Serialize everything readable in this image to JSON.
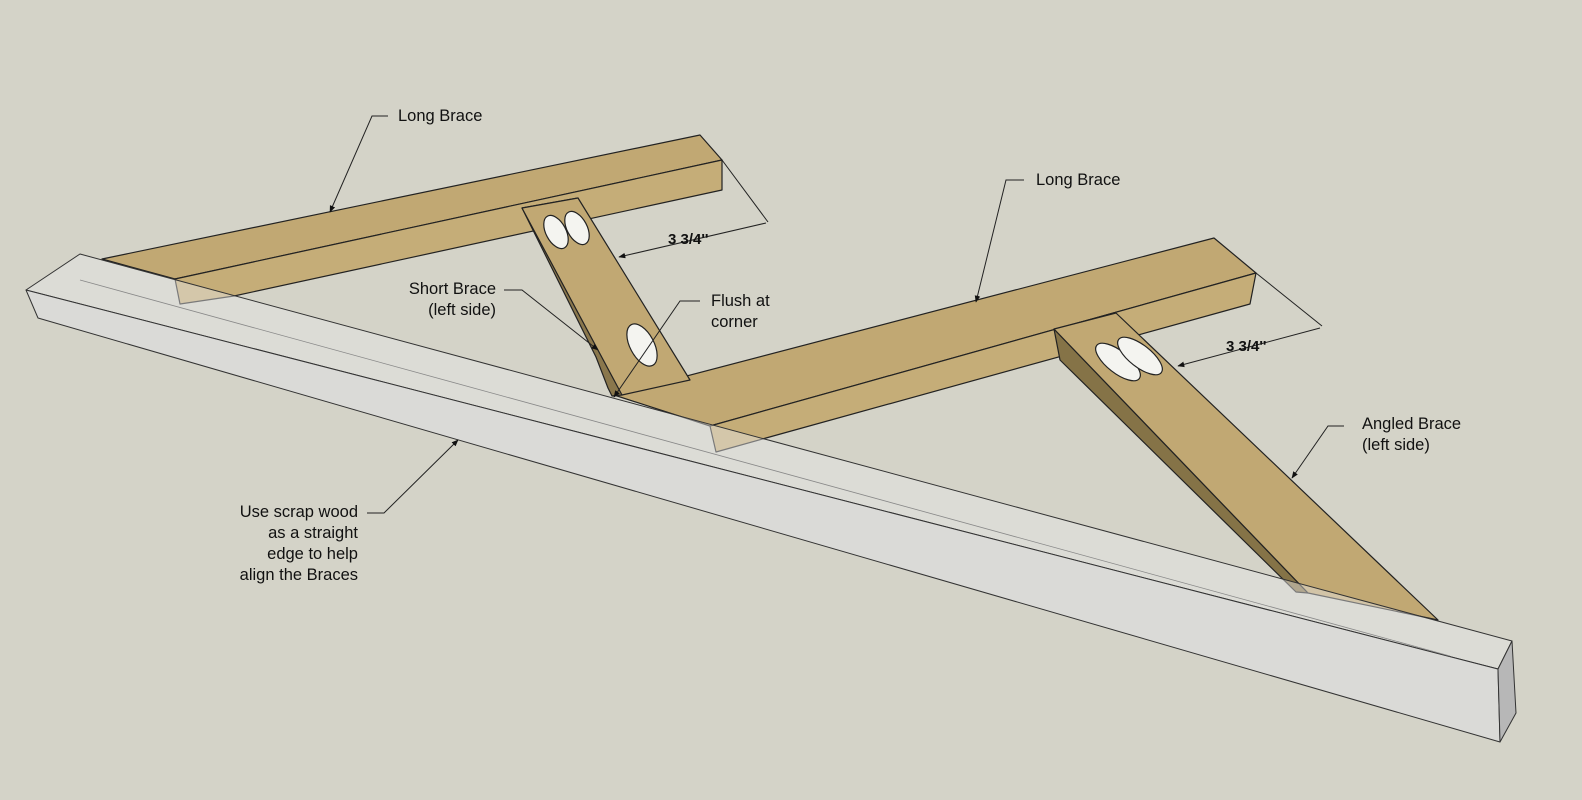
{
  "labels": {
    "long_brace_left": "Long Brace",
    "long_brace_right": "Long Brace",
    "dimension_left": "3 3/4''",
    "dimension_right": "3 3/4''",
    "short_brace_line1": "Short Brace",
    "short_brace_line2": "(left side)",
    "flush_line1": "Flush at",
    "flush_line2": "corner",
    "angled_brace_line1": "Angled Brace",
    "angled_brace_line2": "(left side)",
    "scrap_line1": "Use scrap wood",
    "scrap_line2": "as a straight",
    "scrap_line3": "edge to help",
    "scrap_line4": "align the Braces"
  },
  "colors": {
    "background": "#d4d3c8",
    "wood_top": "#c1a873",
    "wood_side": "#9e8a5a",
    "wood_dark": "#857347",
    "scrap_wood": "#dcdcdc"
  }
}
